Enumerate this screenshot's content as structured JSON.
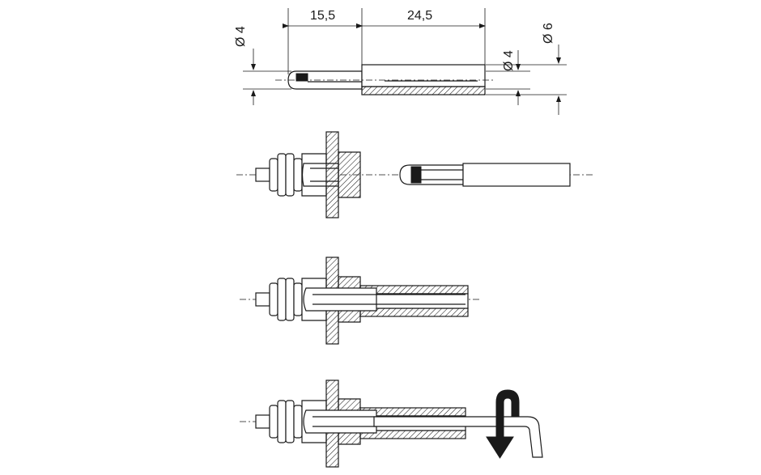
{
  "dimensions": {
    "length_a": "15,5",
    "length_b": "24,5",
    "dia_left": "Ø 4",
    "dia_right_inner": "Ø 4",
    "dia_right_outer": "Ø 6"
  },
  "colors": {
    "line": "#1a1a1a",
    "background": "#ffffff"
  },
  "icons": {
    "rotation_arrow": "rotate-down-arrow-icon",
    "hex_key": "allen-key-icon"
  }
}
